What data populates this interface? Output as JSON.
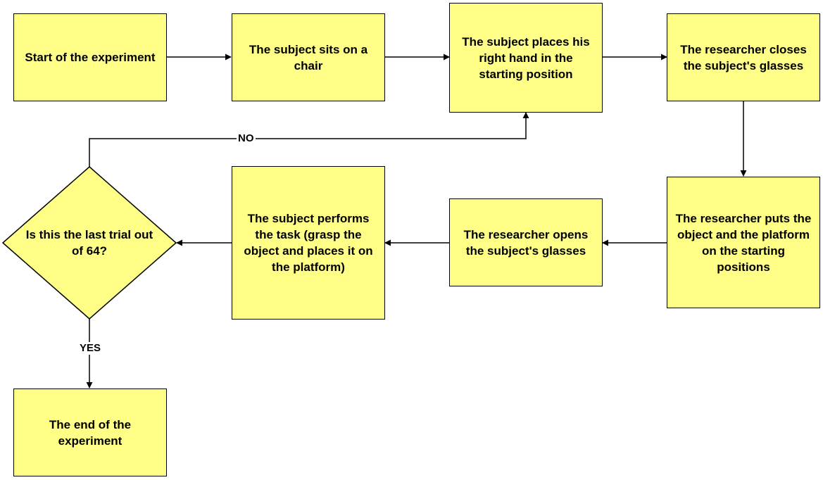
{
  "colors": {
    "node_fill": "#FFFF88",
    "stroke": "#000000",
    "background": "#FFFFFF"
  },
  "nodes": {
    "start": "Start of the experiment",
    "sits": "The subject sits on a chair",
    "hand": "The subject places his right hand in the starting position",
    "closes": "The researcher closes the subject's glasses",
    "puts": "The researcher puts the object and the platform on the starting positions",
    "opens": "The researcher opens the subject's glasses",
    "performs": "The subject performs the task (grasp the object and places it on the platform)",
    "decision": "Is this the last trial out of 64?",
    "end": "The end of the experiment"
  },
  "edges": {
    "no_label": "NO",
    "yes_label": "YES"
  }
}
